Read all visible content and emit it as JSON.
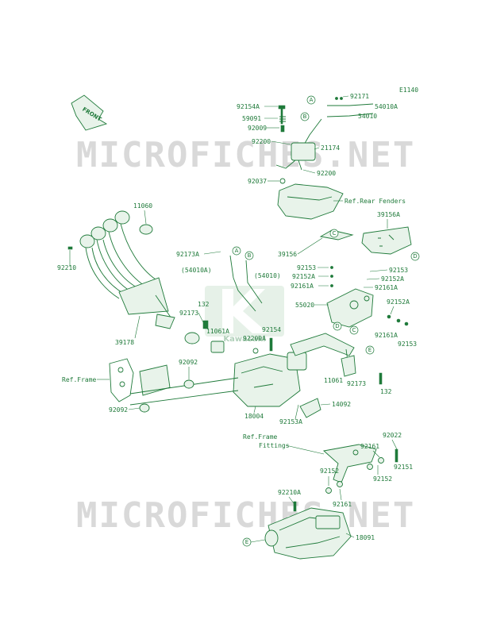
{
  "diagram_code": "E1140",
  "watermark": "MICROFICHES.NET",
  "logo_text": "Kawasaki",
  "front_marker": "FRONT",
  "ref_labels": {
    "rear_fenders": "Ref.Rear Fenders",
    "frame": "Ref.Frame",
    "frame_fittings_1": "Ref.Frame",
    "frame_fittings_2": "Fittings"
  },
  "callouts": {
    "A": "A",
    "B": "B",
    "C": "C",
    "D": "D",
    "E": "E"
  },
  "parts": {
    "p92171": "92171",
    "p92154A": "92154A",
    "p54010A": "54010A",
    "p59091": "59091",
    "p54010": "54010",
    "p92009": "92009",
    "p92200a": "92200",
    "p21174": "21174",
    "p92200b": "92200",
    "p92037": "92037",
    "p11060": "11060",
    "p92210": "92210",
    "p39156A": "39156A",
    "p92173A": "92173A",
    "p54010A_paren": "(54010A)",
    "p54010_paren": "(54010)",
    "p39156": "39156",
    "p92153a": "92153",
    "p92152Aa": "92152A",
    "p92161Aa": "92161A",
    "p92153b": "92153",
    "p92152Ab": "92152A",
    "p92161Ab": "92161A",
    "p55020": "55020",
    "p92152Ac": "92152A",
    "p132a": "132",
    "p92173a": "92173",
    "p39178": "39178",
    "p11061A": "11061A",
    "p92154": "92154",
    "p92200A": "92200A",
    "p92161Ac": "92161A",
    "p92153c": "92153",
    "p92092a": "92092",
    "p11061": "11061",
    "p92173b": "92173",
    "p132b": "132",
    "p92092b": "92092",
    "p18004": "18004",
    "p14092": "14092",
    "p92153A": "92153A",
    "p92022": "92022",
    "p92161a": "92161",
    "p92151": "92151",
    "p92152a": "92152",
    "p92152b": "92152",
    "p92210A": "92210A",
    "p92161b": "92161",
    "p18091": "18091"
  }
}
